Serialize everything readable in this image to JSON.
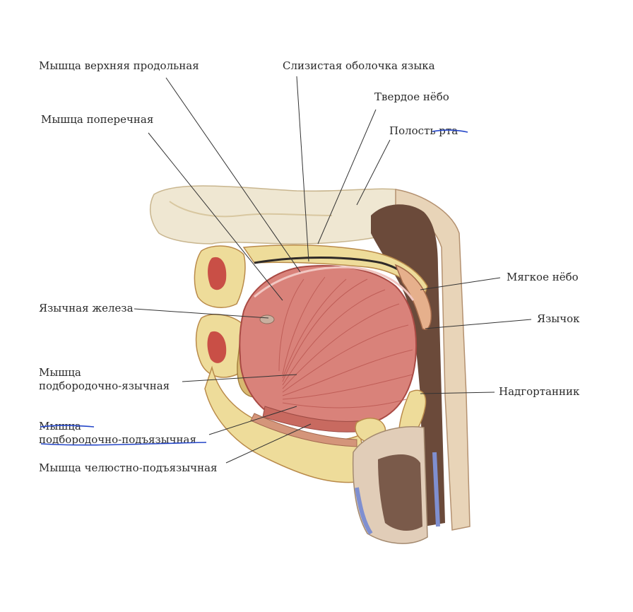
{
  "labels": {
    "superior_longitudinal_muscle": "Мышца верхняя продольная",
    "transverse_muscle": "Мышца поперечная",
    "lingual_mucosa": "Слизистая оболочка языка",
    "hard_palate": "Твердое нёбо",
    "oral_cavity": "Полость рта",
    "soft_palate": "Мягкое нёбо",
    "uvula": "Язычок",
    "lingual_gland": "Язычная железа",
    "genioglossus_line1": "Мышца",
    "genioglossus_line2": "подбородочно-язычная",
    "epiglottis": "Надгортанник",
    "geniohyoid_line1": "Мышца",
    "geniohyoid_line2": "подбородочно-подъязычная",
    "mylohyoid_muscle": "Мышца челюстно-подъязычная"
  },
  "colors": {
    "muscle": "#d9827a",
    "muscle_dark": "#b9554f",
    "fat_yellow": "#eedc9a",
    "bone": "#efe7d2",
    "cavity": "#6b4a3a",
    "pen_ink": "#2446c8"
  }
}
